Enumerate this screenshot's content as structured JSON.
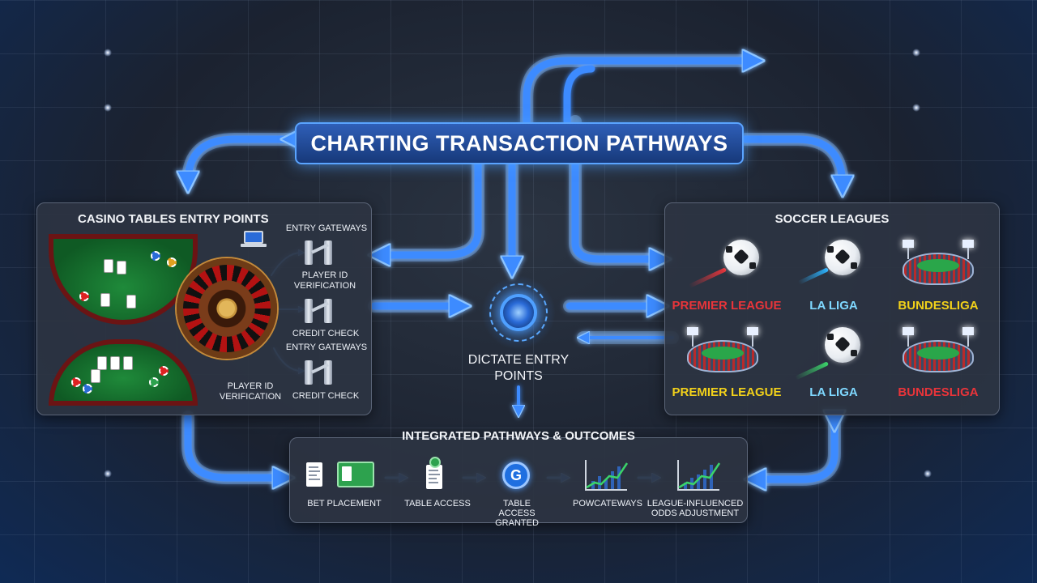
{
  "title": "CHARTING TRANSACTION PATHWAYS",
  "left_panel": {
    "title": "CASINO TABLES ENTRY POINTS",
    "labels": {
      "entry_gateways_top": "ENTRY GATEWAYS",
      "player_id_top": "PLAYER ID VERIFICATION",
      "credit_check_top": "CREDIT CHECK",
      "entry_gateways_bottom": "ENTRY GATEWAYS",
      "player_id_bottom": "PLAYER ID VERIFICATION",
      "credit_check_bottom": "CREDIT CHECK"
    }
  },
  "center": {
    "label": "DICTATE ENTRY POINTS"
  },
  "right_panel": {
    "title": "SOCCER LEAGUES",
    "leagues_row1": [
      {
        "name": "PREMIER LEAGUE",
        "color": "#e8343a"
      },
      {
        "name": "LA LIGA",
        "color": "#7fd8ff"
      },
      {
        "name": "BUNDESLIGA",
        "color": "#f2d11a"
      }
    ],
    "leagues_row2": [
      {
        "name": "PREMIER LEAGUE",
        "color": "#f2d11a"
      },
      {
        "name": "LA LIGA",
        "color": "#7fd8ff"
      },
      {
        "name": "BUNDESLIGA",
        "color": "#e8343a"
      }
    ]
  },
  "bottom_panel": {
    "title": "INTEGRATED PATHWAYS & OUTCOMES",
    "steps": [
      {
        "label": "BET PLACEMENT"
      },
      {
        "label": "TABLE ACCESS"
      },
      {
        "label": "TABLE ACCESS GRANTED"
      },
      {
        "label": "POWCATEWAYS"
      },
      {
        "label": "LEAGUE-INFLUENCED ODDS ADJUSTMENT"
      }
    ]
  },
  "colors": {
    "flow": "#3d8bff",
    "flow_glow": "#8cc4ff",
    "panel": "#2d3442",
    "title_bg": "#1f4a9a"
  },
  "icons": [
    "roulette-icon",
    "turnstile-icon",
    "laptop-icon",
    "soccer-ball-icon",
    "stadium-icon",
    "document-icon",
    "ticket-icon",
    "gateway-circle-icon",
    "growth-chart-icon"
  ]
}
